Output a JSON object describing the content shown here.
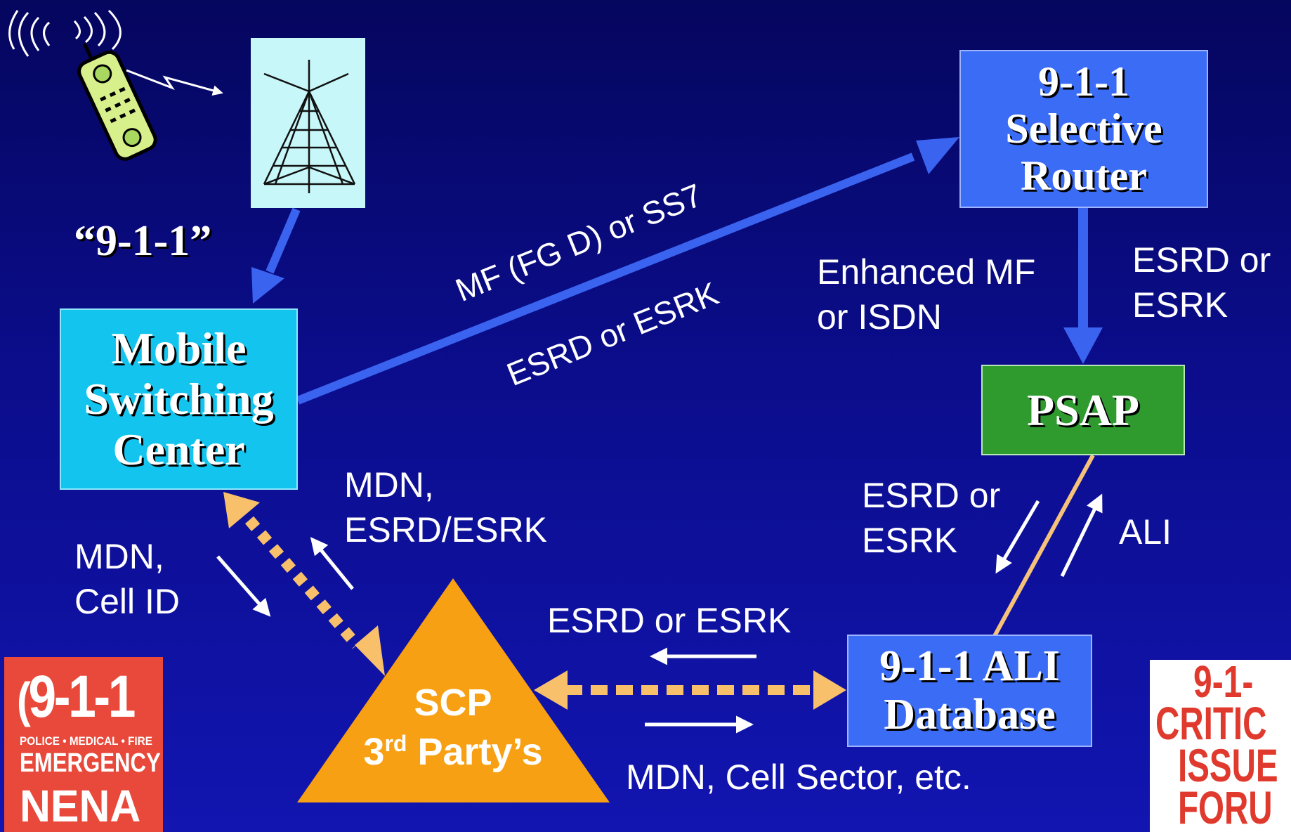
{
  "nodes": {
    "selective_router": {
      "lines": [
        "9-1-1",
        "Selective",
        "Router"
      ],
      "color": "#3b6cf5"
    },
    "msc": {
      "lines": [
        "Mobile",
        "Switching",
        "Center"
      ],
      "color": "#12c4ee"
    },
    "psap": {
      "lines": [
        "PSAP"
      ],
      "color": "#2f9b2f"
    },
    "ali_db": {
      "lines": [
        "9-1-1 ALI",
        "Database"
      ],
      "color": "#3b6cf5"
    },
    "scp": {
      "lines": [
        "SCP",
        "3rd Party’s"
      ],
      "color": "#f7a014"
    }
  },
  "labels": {
    "dialed": "“9-1-1”",
    "trunk_top": "MF (FG D) or SS7",
    "trunk_bottom": "ESRD or ESRK",
    "sr_psap_left": [
      "Enhanced MF",
      "or ISDN"
    ],
    "sr_psap_right": [
      "ESRD or",
      "ESRK"
    ],
    "msc_to_scp": [
      "MDN,",
      "Cell ID"
    ],
    "scp_to_msc": [
      "MDN,",
      "ESRD/ESRK"
    ],
    "psap_to_ali": [
      "ESRD or",
      "ESRK"
    ],
    "ali_to_psap": "ALI",
    "ali_to_scp": "ESRD or ESRK",
    "scp_to_ali": "MDN, Cell Sector, etc."
  },
  "logos": {
    "nena": {
      "number": "9-1-1",
      "services": "POLICE • MEDICAL • FIRE",
      "word": "EMERGENCY",
      "org": "NENA"
    },
    "forum": {
      "lines": [
        "9-1-",
        "CRITIC",
        "ISSUE",
        "FORU"
      ]
    }
  },
  "colors": {
    "arrow_blue": "#3a63f0",
    "link_orange": "#f8c06b",
    "psap_line": "#f6c27a",
    "tower_bg": "#c8f7fa"
  }
}
